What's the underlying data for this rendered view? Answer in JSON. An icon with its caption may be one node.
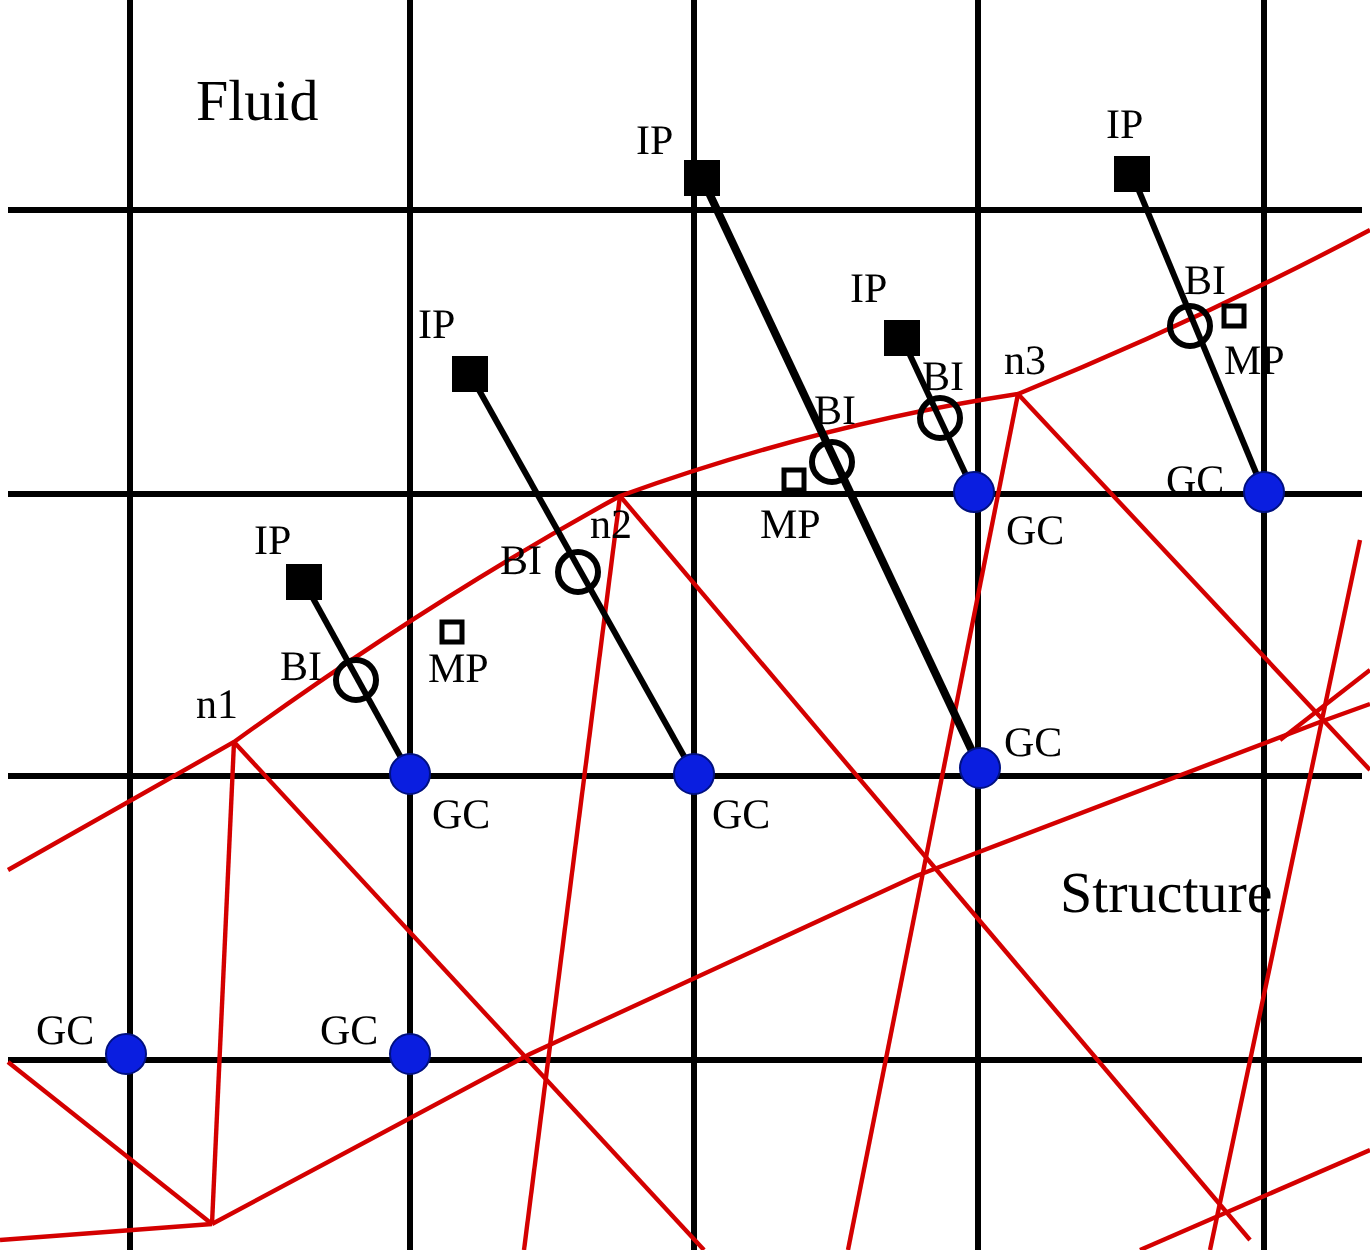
{
  "diagram": {
    "labels": [
      "Fluid",
      "IP",
      "IP",
      "BI",
      "IP",
      "IP",
      "n3",
      "MP",
      "BI",
      "BI",
      "GC",
      "MP",
      "GC",
      "n2",
      "IP",
      "BI",
      "BI",
      "MP",
      "n1",
      "GC",
      "GC",
      "GC",
      "Structure",
      "GC",
      "GC"
    ]
  }
}
